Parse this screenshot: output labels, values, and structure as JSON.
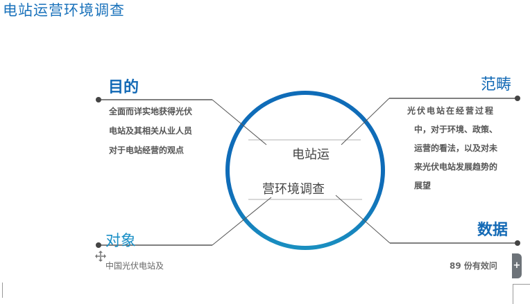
{
  "page": {
    "title": "电站运营环境调查"
  },
  "diagram": {
    "center": {
      "line1": "电站运",
      "line2": "营环境调查"
    },
    "sections": {
      "purpose": {
        "heading": "目的",
        "lines": [
          "全面而详实地获得光伏",
          "电站及其相关从业人员",
          "对于电站经营的观点"
        ]
      },
      "scope": {
        "heading": "范畴",
        "lines": [
          "光伏电站在经营过程",
          "中，对于环境、政策、",
          "运营的看法，以及对未",
          "来光伏电站发展趋势的",
          "展望"
        ]
      },
      "target": {
        "heading": "对象",
        "lines": [
          "中国光伏电站及"
        ]
      },
      "data": {
        "heading": "数据",
        "lines": [
          "89 份有效问"
        ]
      }
    }
  },
  "controls": {
    "plus_label": "+",
    "move_handle_icon": "move-arrows-icon"
  },
  "colors": {
    "title": "#1a72bb",
    "heading_blue": "#1269b5",
    "heading_teal": "#1a8fc6",
    "circle_top": "#0f6cb8",
    "circle_bottom": "#1a8fc0",
    "connector": "#555555",
    "body_text": "#555555"
  }
}
